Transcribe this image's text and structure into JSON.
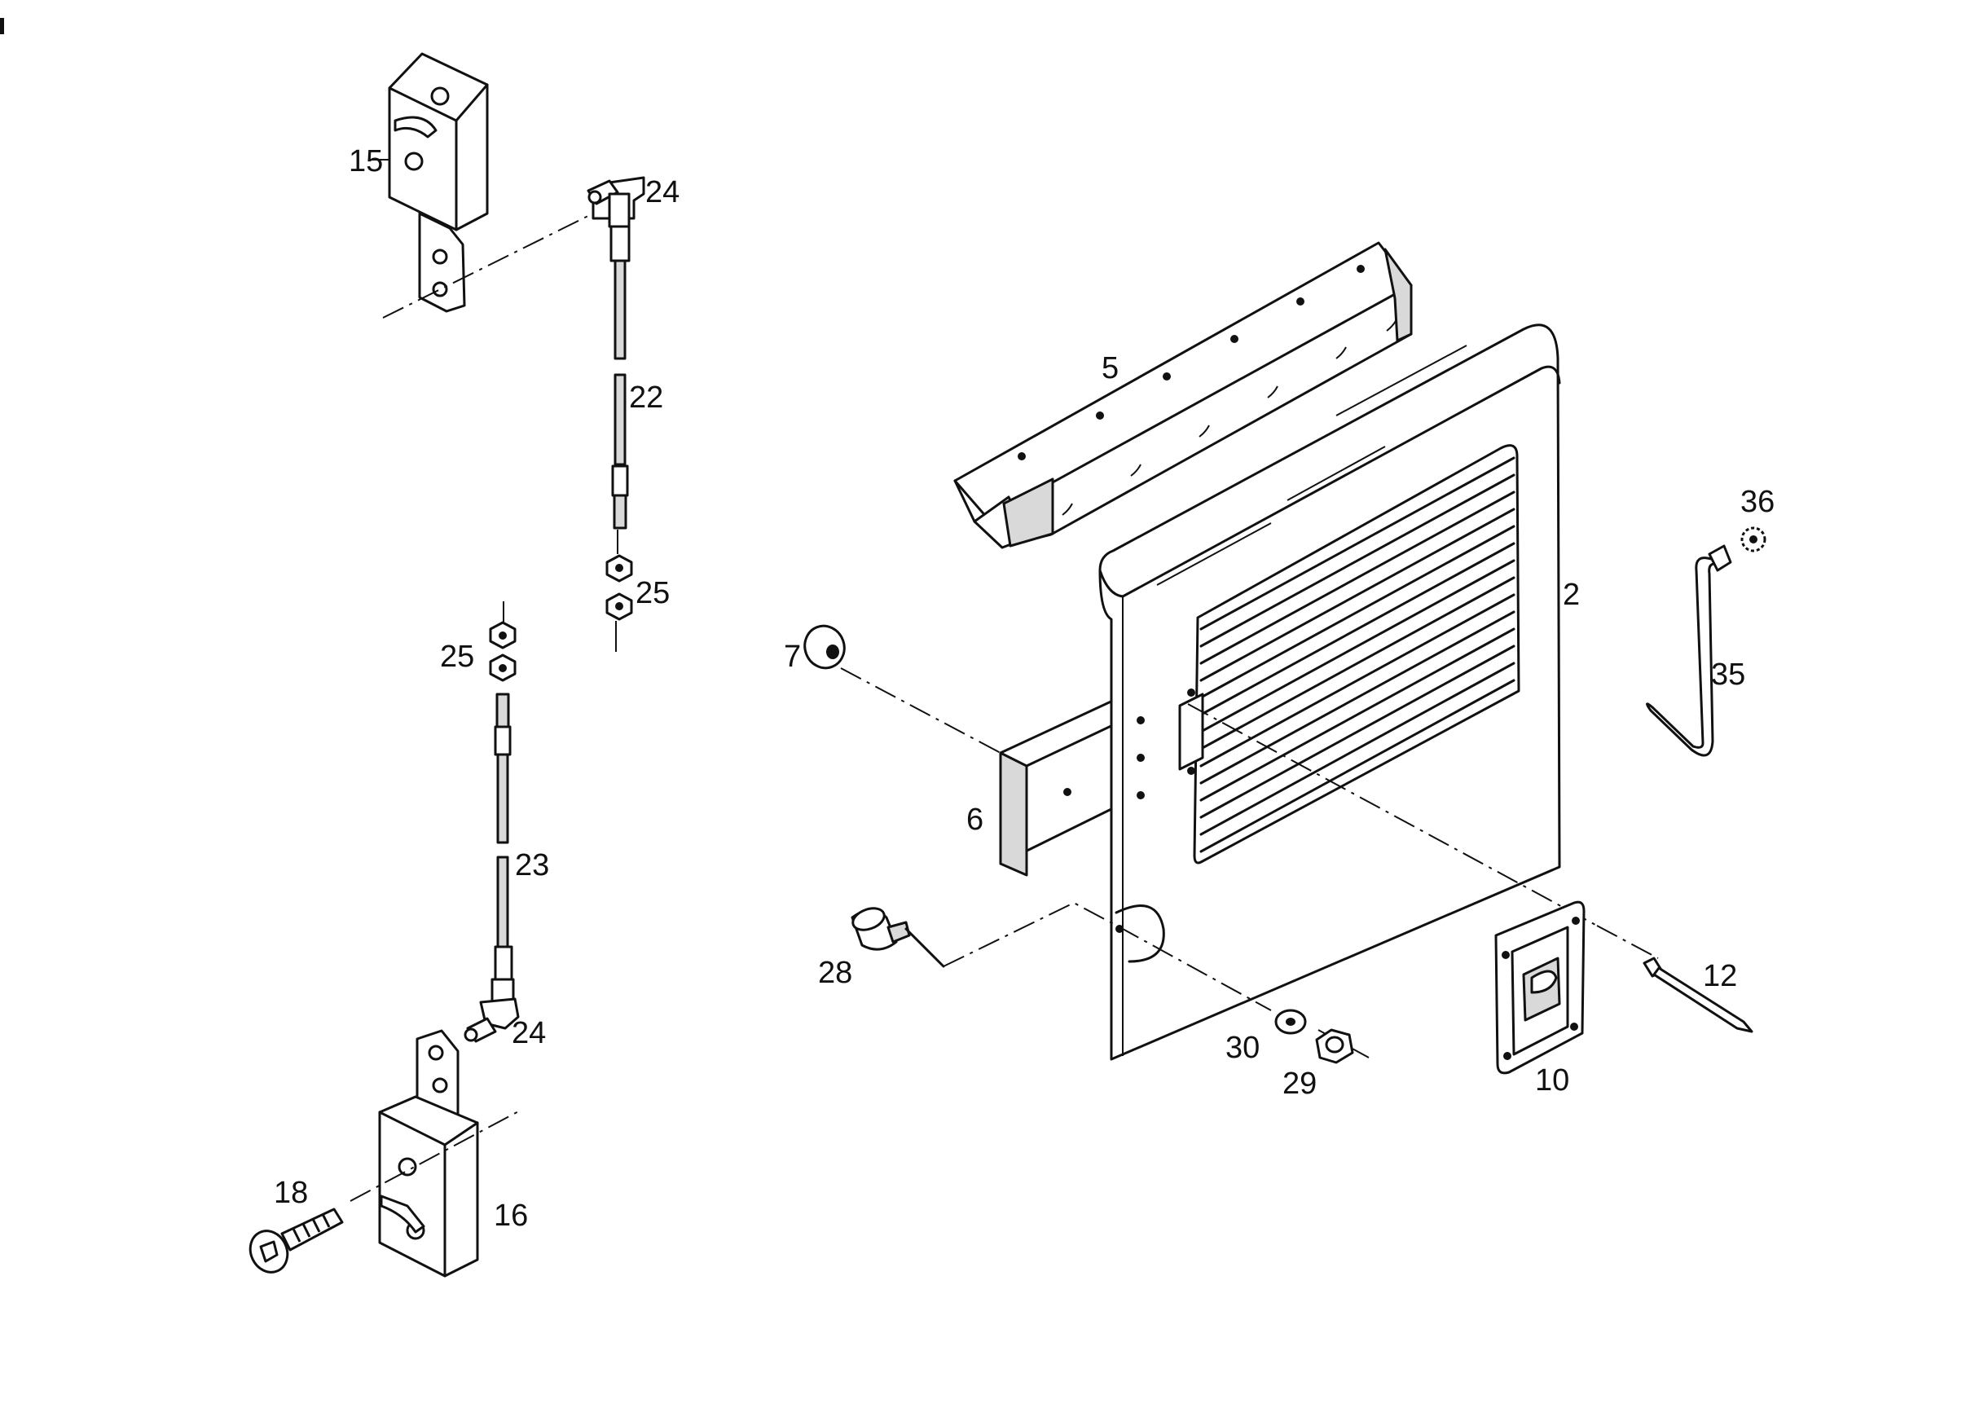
{
  "labels": {
    "p2": "2",
    "p5": "5",
    "p6": "6",
    "p7": "7",
    "p10": "10",
    "p12": "12",
    "p15": "15",
    "p16": "16",
    "p18": "18",
    "p22": "22",
    "p23": "23",
    "p24a": "24",
    "p24b": "24",
    "p25a": "25",
    "p25b": "25",
    "p28": "28",
    "p29": "29",
    "p30": "30",
    "p35": "35",
    "p36": "36"
  }
}
